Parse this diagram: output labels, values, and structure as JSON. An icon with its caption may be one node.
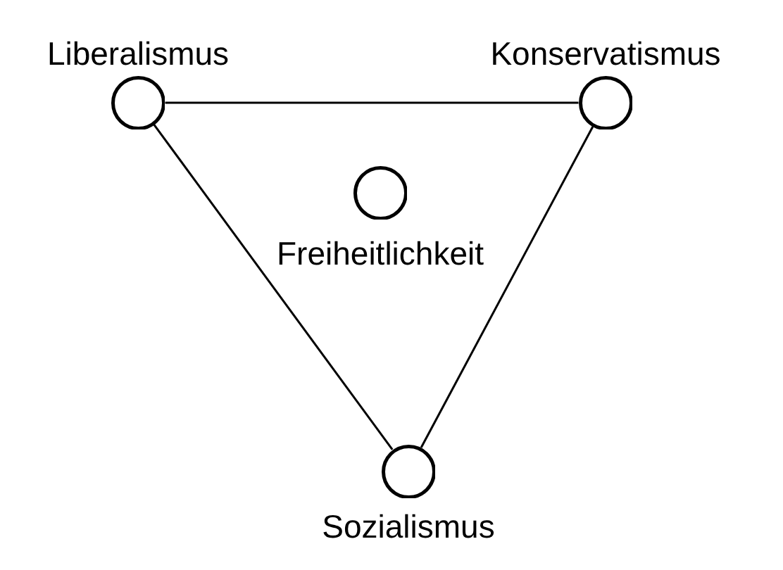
{
  "diagram": {
    "nodes": [
      {
        "text": [
          "Liberalismus"
        ]
      },
      {
        "text": [
          "Konservatismus"
        ]
      },
      {
        "text": [
          "Freiheitlichkeit"
        ]
      },
      {
        "text": [
          "Sozialismus"
        ]
      }
    ],
    "edges": [
      {
        "from": 0,
        "to": 1,
        "arrow": "none"
      },
      {
        "from": 0,
        "to": 3,
        "arrow": "none"
      },
      {
        "from": 1,
        "to": 3,
        "arrow": "none"
      }
    ]
  }
}
